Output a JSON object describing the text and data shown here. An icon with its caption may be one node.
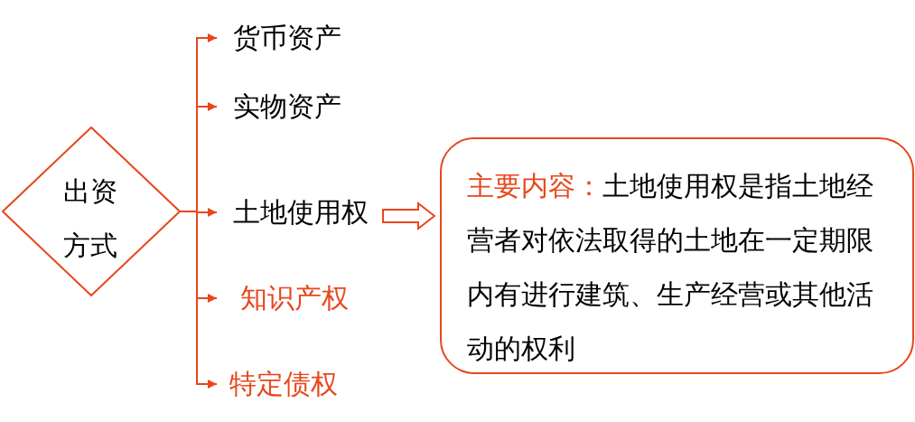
{
  "diagram": {
    "nodes": [
      {
        "text": [
          "出资方式"
        ]
      },
      {
        "text": [
          "货币资产"
        ]
      },
      {
        "text": [
          "实物资产"
        ]
      },
      {
        "text": [
          "土地使用权"
        ]
      },
      {
        "text": [
          "知识产权"
        ]
      },
      {
        "text": [
          "特定债权"
        ]
      },
      {
        "text": [
          "主要内容：",
          "土地使用权是指土地经营者对依法取得的土地在一定期限内有进行建筑、生产经营或其他活动的权利"
        ]
      }
    ],
    "edges": [
      {
        "from": 0,
        "to": 1,
        "arrow": "to"
      },
      {
        "from": 0,
        "to": 2,
        "arrow": "to"
      },
      {
        "from": 0,
        "to": 3,
        "arrow": "to"
      },
      {
        "from": 0,
        "to": 4,
        "arrow": "to"
      },
      {
        "from": 0,
        "to": 5,
        "arrow": "to"
      },
      {
        "from": 3,
        "to": 6,
        "arrow": "to",
        "style": "thick"
      }
    ]
  }
}
